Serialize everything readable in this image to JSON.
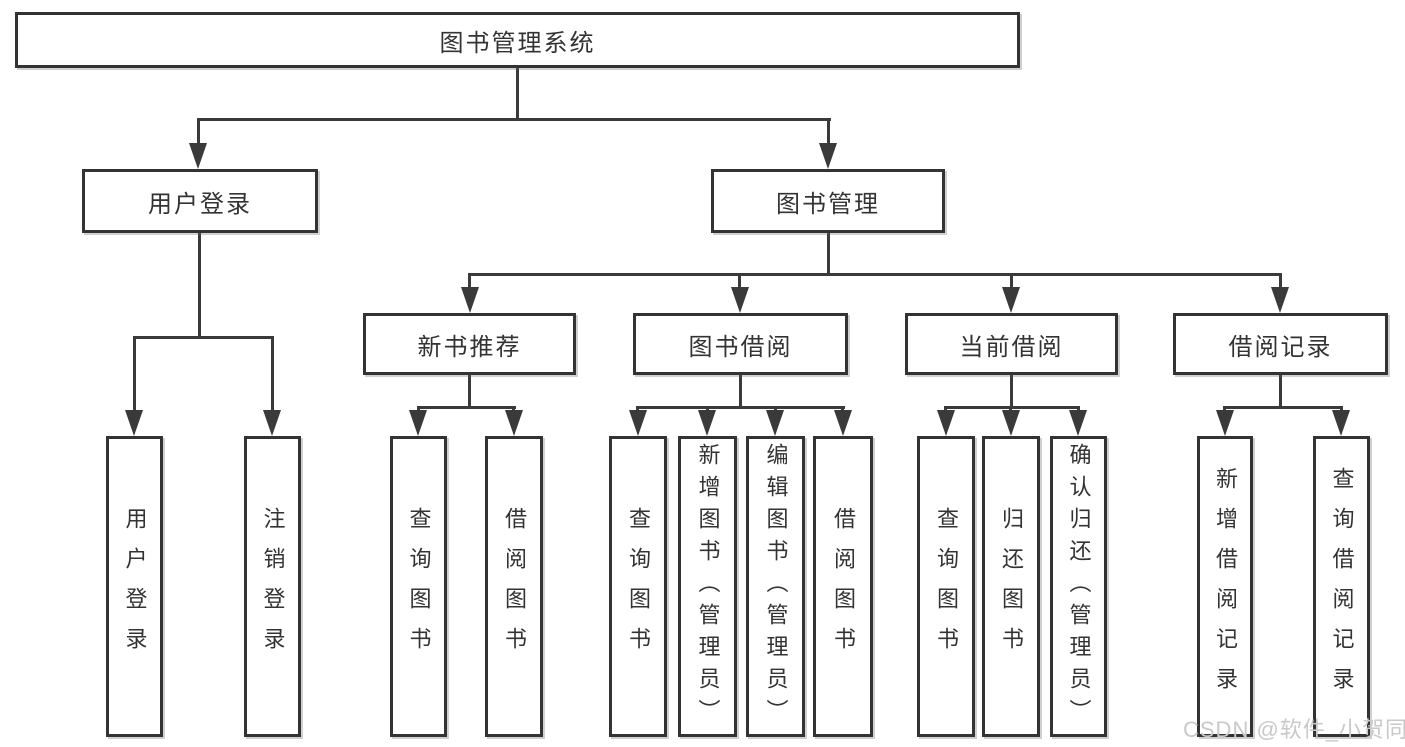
{
  "diagram": {
    "root": "图书管理系统",
    "level1": [
      "用户登录",
      "图书管理"
    ],
    "level2": [
      "新书推荐",
      "图书借阅",
      "当前借阅",
      "借阅记录"
    ],
    "level3": {
      "user_login": [
        "用户登录",
        "注销登录"
      ],
      "new_book_recommend": [
        "查询图书",
        "借阅图书"
      ],
      "book_borrowing": [
        "查询图书",
        "新增图书（管理员）",
        "编辑图书（管理员）",
        "借阅图书"
      ],
      "current_borrowing": [
        "查询图书",
        "归还图书",
        "确认归还（管理员）"
      ],
      "borrowing_records": [
        "新增借阅记录",
        "查询借阅记录"
      ]
    }
  },
  "watermark": {
    "text": "CSDN @软件_小贺同学"
  },
  "colors": {
    "line": "#3a3a3a",
    "border": "#333333",
    "text": "#333333",
    "watermark": "#c9c9c9",
    "background": "#ffffff"
  }
}
